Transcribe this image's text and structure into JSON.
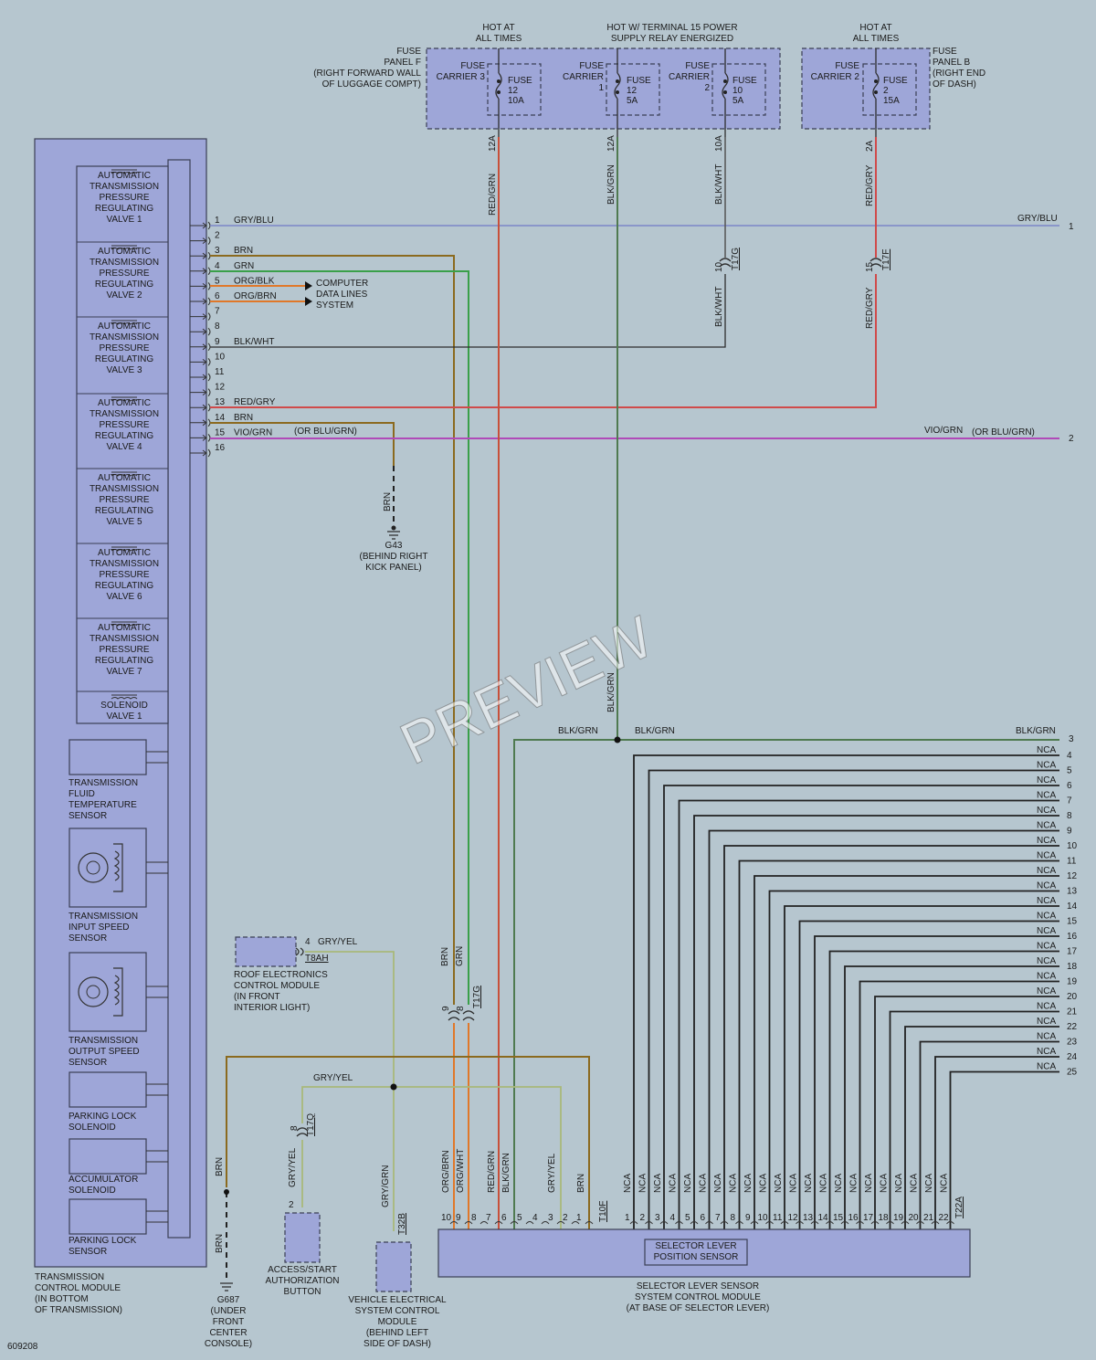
{
  "fuses": {
    "hot_at_all_times_left": "HOT AT\nALL TIMES",
    "hot_terminal_15": "HOT W/ TERMINAL 15 POWER\nSUPPLY RELAY ENERGIZED",
    "hot_at_all_times_right": "HOT AT\nALL TIMES",
    "panel_f": "FUSE\nPANEL F\n(RIGHT FORWARD WALL\nOF LUGGAGE COMPT)",
    "panel_b": "FUSE\nPANEL B\n(RIGHT END\nOF DASH)",
    "carrier_3": "FUSE\nCARRIER 3",
    "carrier_1": "FUSE\nCARRIER\n1",
    "carrier_2a": "FUSE\nCARRIER\n2",
    "carrier_2b": "FUSE\nCARRIER 2",
    "fuse_12_10a": "FUSE\n12\n10A",
    "fuse_12_5a": "FUSE\n12\n5A",
    "fuse_10_5a": "FUSE\n10\n5A",
    "fuse_2_15a": "FUSE\n2\n15A",
    "w_12a_a": "12A",
    "w_12a_b": "12A",
    "w_10a": "10A",
    "w_2a": "2A"
  },
  "tcm": {
    "label": "TRANSMISSION\nCONTROL MODULE\n(IN BOTTOM\nOF TRANSMISSION)",
    "valves": [
      "AUTOMATIC\nTRANSMISSION\nPRESSURE\nREGULATING\nVALVE 1",
      "AUTOMATIC\nTRANSMISSION\nPRESSURE\nREGULATING\nVALVE 2",
      "AUTOMATIC\nTRANSMISSION\nPRESSURE\nREGULATING\nVALVE 3",
      "AUTOMATIC\nTRANSMISSION\nPRESSURE\nREGULATING\nVALVE 4",
      "AUTOMATIC\nTRANSMISSION\nPRESSURE\nREGULATING\nVALVE 5",
      "AUTOMATIC\nTRANSMISSION\nPRESSURE\nREGULATING\nVALVE 6",
      "AUTOMATIC\nTRANSMISSION\nPRESSURE\nREGULATING\nVALVE 7",
      "SOLENOID\nVALVE 1"
    ],
    "sensors": [
      "TRANSMISSION\nFLUID\nTEMPERATURE\nSENSOR",
      "TRANSMISSION\nINPUT SPEED\nSENSOR",
      "TRANSMISSION\nOUTPUT SPEED\nSENSOR",
      "PARKING LOCK\nSOLENOID",
      "ACCUMULATOR\nSOLENOID",
      "PARKING LOCK\nSENSOR"
    ],
    "pins": [
      "1",
      "2",
      "3",
      "4",
      "5",
      "6",
      "7",
      "8",
      "9",
      "10",
      "11",
      "12",
      "13",
      "14",
      "15",
      "16"
    ],
    "pin_wires": [
      "GRY/BLU",
      "",
      "BRN",
      "GRN",
      "ORG/BLK",
      "ORG/BRN",
      "",
      "",
      "BLK/WHT",
      "",
      "",
      "",
      "RED/GRY",
      "BRN",
      "VIO/GRN",
      ""
    ]
  },
  "wires": {
    "or_blu_grn_left": "(OR BLU/GRN)",
    "gry_blu_right": "GRY/BLU",
    "ref_1": "1",
    "vio_grn_right": "VIO/GRN",
    "or_blu_grn_right": "(OR BLU/GRN)",
    "ref_2": "2",
    "computer_data": "COMPUTER\nDATA LINES\nSYSTEM",
    "red_grn": "RED/GRN",
    "blk_grn": "BLK/GRN",
    "blk_wht": "BLK/WHT",
    "red_gry": "RED/GRY",
    "blk_wht_lower": "BLK/WHT",
    "red_gry_lower": "RED/GRY",
    "pin_10": "10",
    "t17g_top": "T17G",
    "pin_15": "15",
    "t17f": "T17F",
    "blk_grn_vert_lower": "BLK/GRN",
    "blk_grn_h1": "BLK/GRN",
    "blk_grn_h2": "BLK/GRN",
    "blk_grn_h3": "BLK/GRN",
    "ref_3": "3",
    "brn_g43": "BRN",
    "g43": "G43\n(BEHIND RIGHT\nKICK PANEL)",
    "brn_v": "BRN",
    "grn_v": "GRN",
    "pin_9": "9",
    "pin_8": "8",
    "t17g_mid": "T17G",
    "gry_yel_roof": "GRY/YEL",
    "pin_4": "4",
    "t8ah": "T8AH",
    "roof_module": "ROOF ELECTRONICS\nCONTROL MODULE\n(IN FRONT\nINTERIOR LIGHT)",
    "gry_yel_mid": "GRY/YEL",
    "pin_8b": "8",
    "t17q": "T17Q",
    "gry_yel_v": "GRY/YEL",
    "pin_2": "2",
    "access_button": "ACCESS/START\nAUTHORIZATION\nBUTTON",
    "gry_grn": "GRY/GRN",
    "t32b": "T32B",
    "vesc_module": "VEHICLE ELECTRICAL\nSYSTEM CONTROL\nMODULE\n(BEHIND LEFT\nSIDE OF DASH)",
    "brn_g687_top": "BRN",
    "brn_g687_bot": "BRN",
    "g687": "G687\n(UNDER\nFRONT\nCENTER\nCONSOLE)",
    "nca": "NCA",
    "nca_refs": [
      "4",
      "5",
      "6",
      "7",
      "8",
      "9",
      "10",
      "11",
      "12",
      "13",
      "14",
      "15",
      "16",
      "17",
      "18",
      "19",
      "20",
      "21",
      "22",
      "23",
      "24",
      "25"
    ]
  },
  "selector": {
    "sensor_label": "SELECTOR LEVER\nPOSITION SENSOR",
    "module_label": "SELECTOR LEVER SENSOR\nSYSTEM CONTROL MODULE\n(AT BASE OF SELECTOR LEVER)",
    "left_wires": [
      "ORG/BRN",
      "ORG/WHT",
      "RED/GRN",
      "BLK/GRN",
      "",
      "",
      "GRY/YEL",
      "BRN"
    ],
    "left_pins": [
      "10",
      "9",
      "8",
      "7",
      "6",
      "5",
      "4",
      "3",
      "2",
      "1"
    ],
    "t10f": "T10F",
    "right_pins": [
      "1",
      "2",
      "3",
      "4",
      "5",
      "6",
      "7",
      "8",
      "9",
      "10",
      "11",
      "12",
      "13",
      "14",
      "15",
      "16",
      "17",
      "18",
      "19",
      "20",
      "21",
      "22"
    ],
    "t22a": "T22A"
  },
  "footer": {
    "diagram_number": "609208",
    "watermark": "PREVIEW"
  },
  "colors": {
    "background": "#b6c6cf",
    "component_fill": "#9ea6d8",
    "red_grn": "#c8503a",
    "blk_grn": "#4f7a50",
    "gry_blu": "#7b86c8",
    "brn": "#8b6a1f",
    "grn": "#3aa04a",
    "org": "#e0782a",
    "red_gry": "#d04a4a",
    "vio_grn": "#b04ab8",
    "gry_yel": "#a9b97a",
    "blk_wht": "#5a5a5a"
  }
}
